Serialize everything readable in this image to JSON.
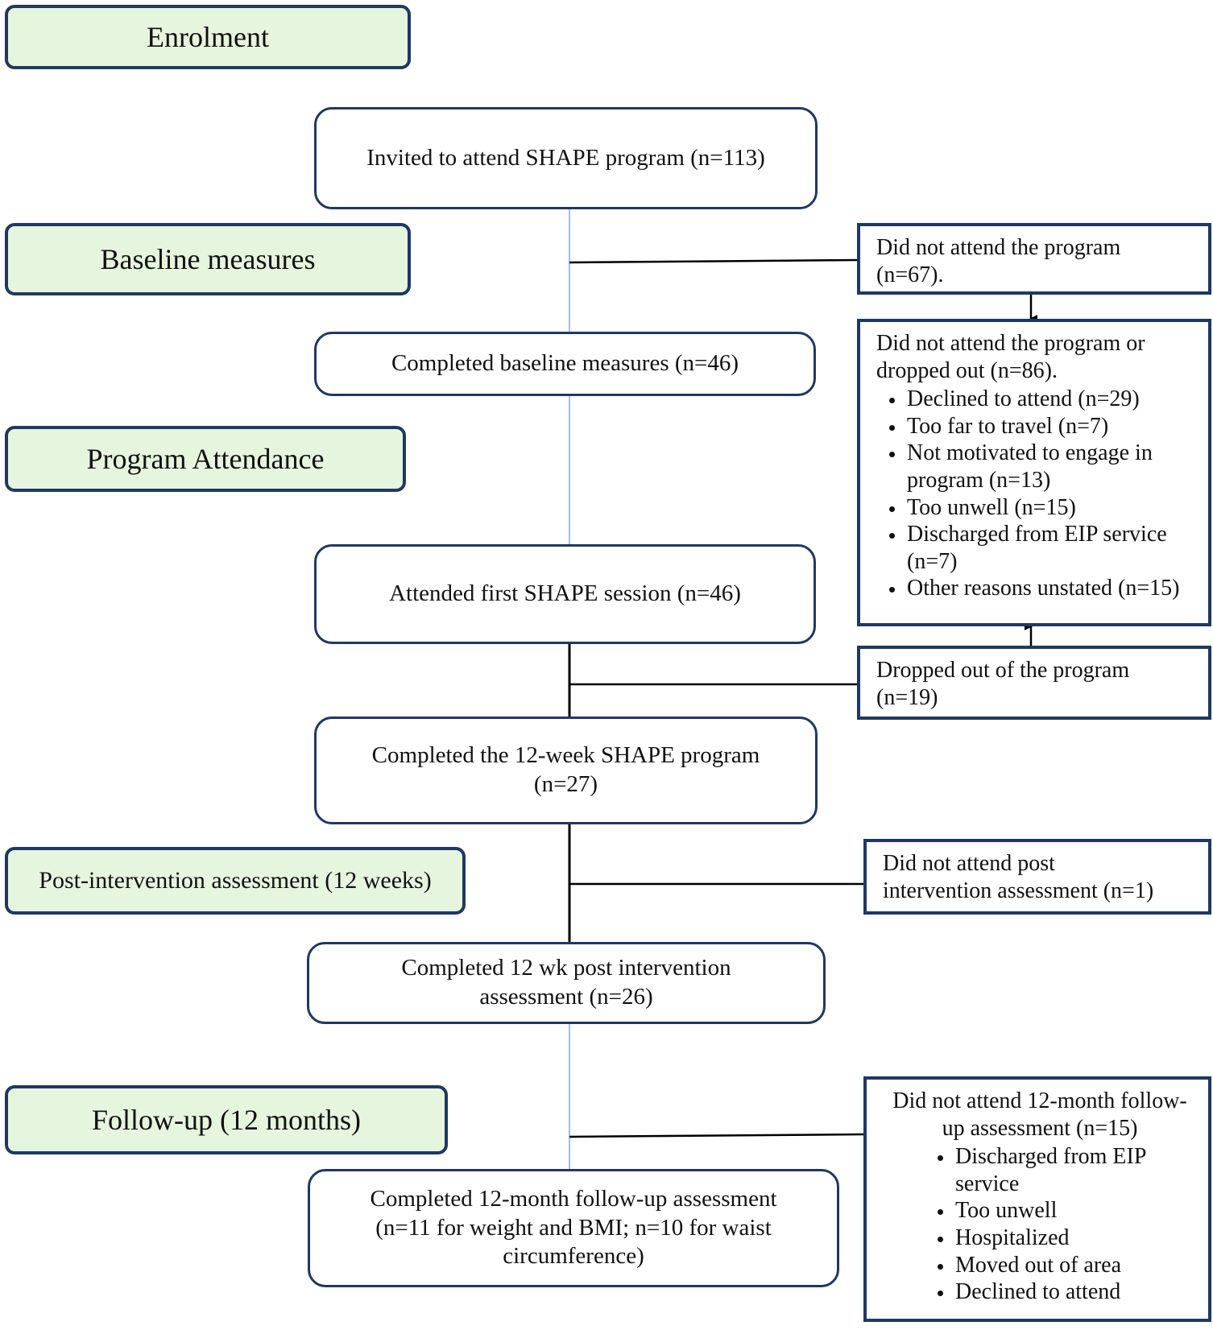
{
  "stages": {
    "enrolment": "Enrolment",
    "baseline": "Baseline measures",
    "attendance": "Program Attendance",
    "post": "Post-intervention assessment (12 weeks)",
    "followup": "Follow-up (12 months)"
  },
  "flow": {
    "invited": "Invited to attend SHAPE program (n=113)",
    "completed_baseline": "Completed baseline measures (n=46)",
    "attended_first": "Attended first SHAPE session (n=46)",
    "completed_program": {
      "line1": "Completed the 12-week SHAPE program",
      "line2": "(n=27)"
    },
    "completed_post": {
      "line1": "Completed 12 wk post intervention",
      "line2": "assessment (n=26)"
    },
    "completed_followup": {
      "line1": "Completed 12-month follow-up assessment",
      "line2": "(n=11 for weight and BMI; n=10 for waist",
      "line3": "circumference)"
    }
  },
  "side": {
    "not_attend": {
      "line1": "Did not attend the program",
      "line2": "(n=67)."
    },
    "summary": {
      "line1": "Did not attend the program or",
      "line2": "dropped out (n=86).",
      "items": [
        "Declined to attend (n=29)",
        "Too far to travel (n=7)",
        "Not motivated to engage in program (n=13)",
        "Too unwell (n=15)",
        "Discharged from EIP service (n=7)",
        "Other reasons unstated (n=15)"
      ]
    },
    "dropped": {
      "line1": "Dropped out of the program",
      "line2": "(n=19)"
    },
    "no_post": {
      "line1": "Did not attend post",
      "line2": "intervention assessment (n=1)"
    },
    "no_followup": {
      "line1": "Did not attend 12-month follow-",
      "line2": "up assessment (n=15)",
      "items": [
        "Discharged from EIP service",
        "Too unwell",
        "Hospitalized",
        "Moved out of area",
        "Declined to attend"
      ]
    }
  }
}
